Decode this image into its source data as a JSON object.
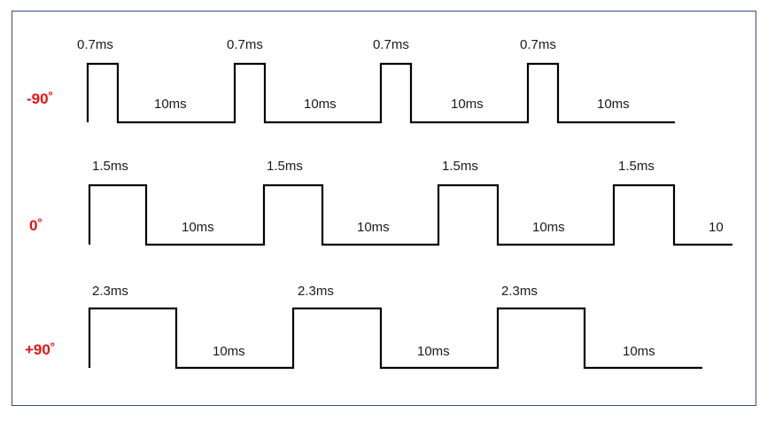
{
  "rows": [
    {
      "angle": "-90˚",
      "pulse_labels": [
        "0.7ms",
        "0.7ms",
        "0.7ms",
        "0.7ms"
      ],
      "gap_labels": [
        "10ms",
        "10ms",
        "10ms",
        "10ms"
      ]
    },
    {
      "angle": "0˚",
      "pulse_labels": [
        "1.5ms",
        "1.5ms",
        "1.5ms",
        "1.5ms"
      ],
      "gap_labels": [
        "10ms",
        "10ms",
        "10ms",
        "10"
      ]
    },
    {
      "angle": "+90˚",
      "pulse_labels": [
        "2.3ms",
        "2.3ms",
        "2.3ms"
      ],
      "gap_labels": [
        "10ms",
        "10ms",
        "10ms"
      ]
    }
  ],
  "colors": {
    "angle_label": "#ee1111",
    "waveform": "#000000",
    "frame_border": "#2f4f7f"
  }
}
